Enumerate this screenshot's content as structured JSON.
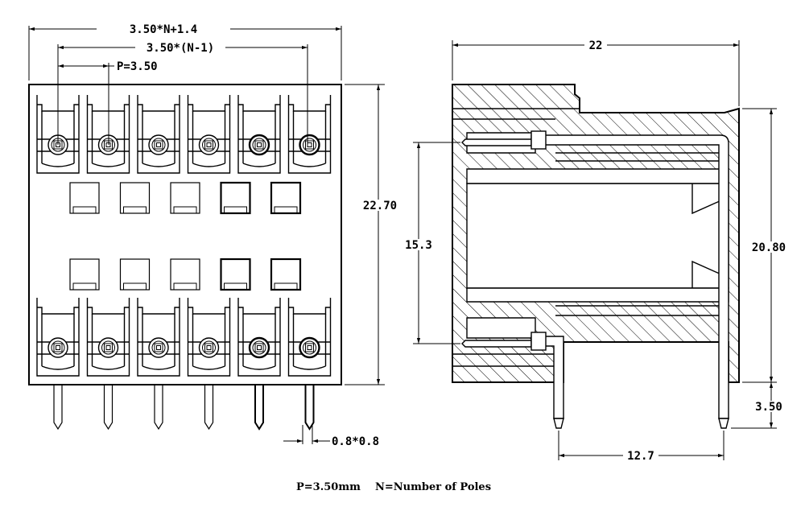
{
  "front_view": {
    "dim_overall_width": "3.50*N+1.4",
    "dim_pitch_span": "3.50*(N-1)",
    "dim_pitch": "P=3.50",
    "dim_height": "22.70",
    "dim_pin": "0.8*0.8",
    "poles": 6
  },
  "side_view": {
    "dim_depth": "22",
    "dim_pin_spacing": "15.3",
    "dim_body_height": "20.80",
    "dim_pin_length": "3.50",
    "dim_pcb_spacing": "12.7"
  },
  "footnote": {
    "pitch": "P=3.50mm",
    "poles": "N=Number of Poles"
  },
  "colors": {
    "line": "#000000",
    "background": "#ffffff"
  }
}
